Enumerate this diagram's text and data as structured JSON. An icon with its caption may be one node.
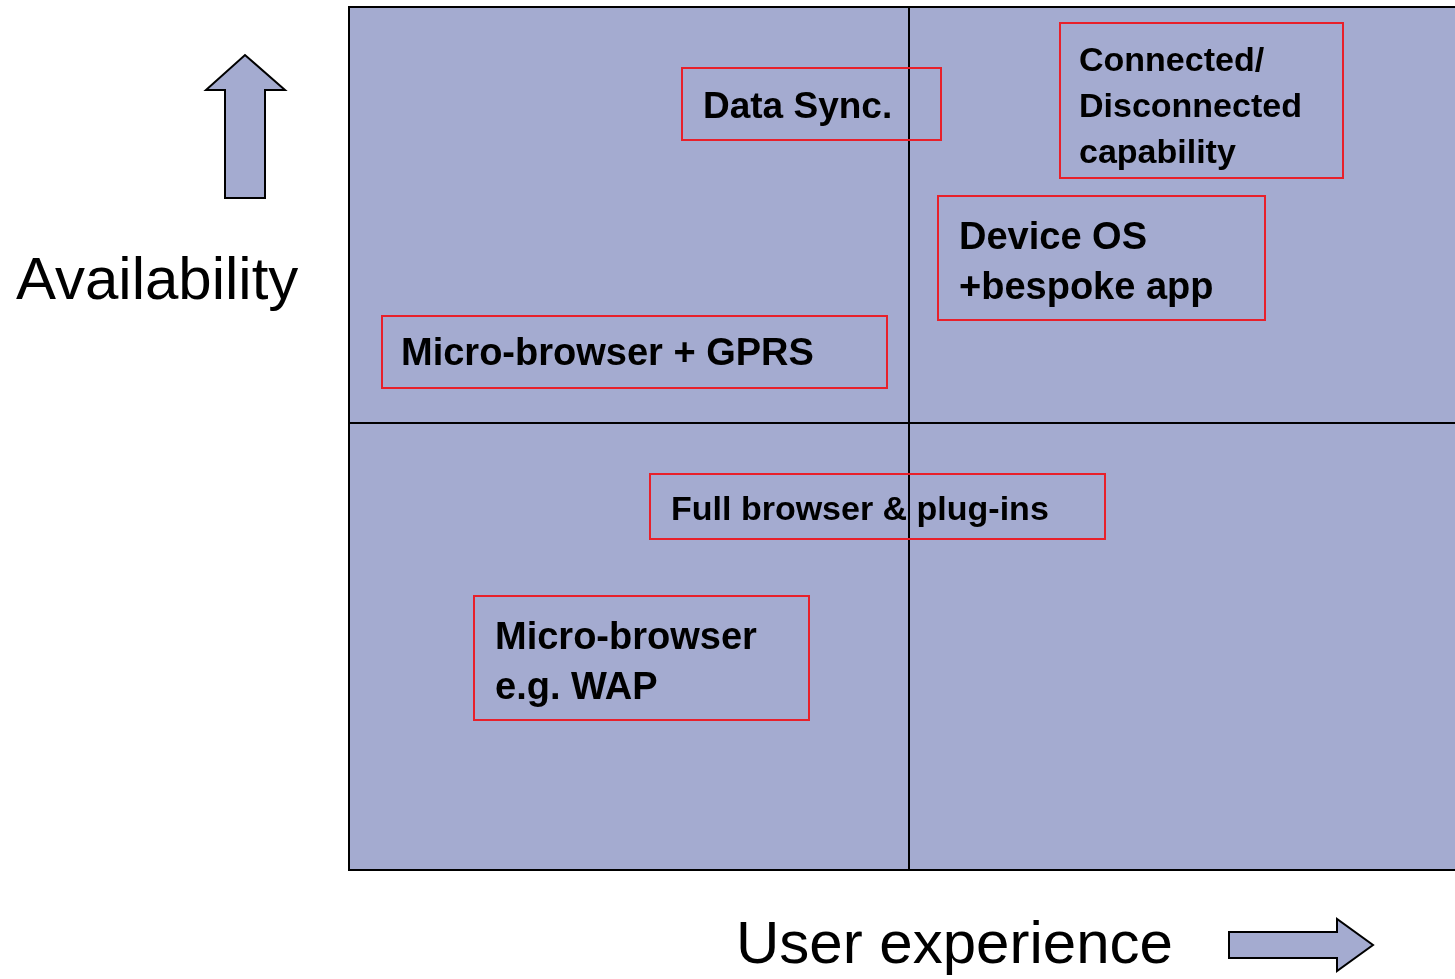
{
  "diagram": {
    "nodes": [
      {
        "text": [
          "Data Sync."
        ]
      },
      {
        "text": [
          "Connected/ Disconnected capability"
        ]
      },
      {
        "text": [
          "Device OS +bespoke app"
        ]
      },
      {
        "text": [
          "Micro-browser + GPRS"
        ]
      },
      {
        "text": [
          "Full browser & plug-ins"
        ]
      },
      {
        "text": [
          "Micro-browser e.g. WAP"
        ]
      }
    ],
    "edges": [],
    "labels": [
      "Availability",
      "User experience"
    ]
  }
}
